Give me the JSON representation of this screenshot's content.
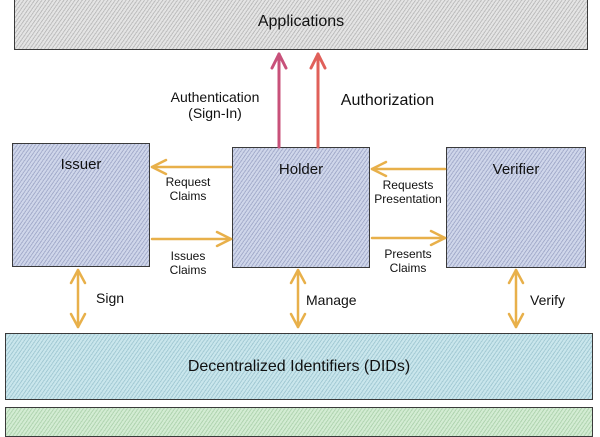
{
  "layers": {
    "applications": "Applications",
    "dids": "Decentralized Identifiers (DIDs)",
    "bottom_layer": ""
  },
  "actors": {
    "issuer": "Issuer",
    "holder": "Holder",
    "verifier": "Verifier"
  },
  "flows": {
    "authentication": [
      "Authentication",
      "(Sign-In)"
    ],
    "authorization": "Authorization",
    "request_claims": [
      "Request",
      "Claims"
    ],
    "issues_claims": [
      "Issues",
      "Claims"
    ],
    "requests_presentation": [
      "Requests",
      "Presentation"
    ],
    "presents_claims": [
      "Presents",
      "Claims"
    ],
    "sign": "Sign",
    "manage": "Manage",
    "verify": "Verify"
  },
  "colors": {
    "authentication_arrow": "#c8517a",
    "authorization_arrow": "#e0605a",
    "flow_arrow": "#e8b04a"
  }
}
